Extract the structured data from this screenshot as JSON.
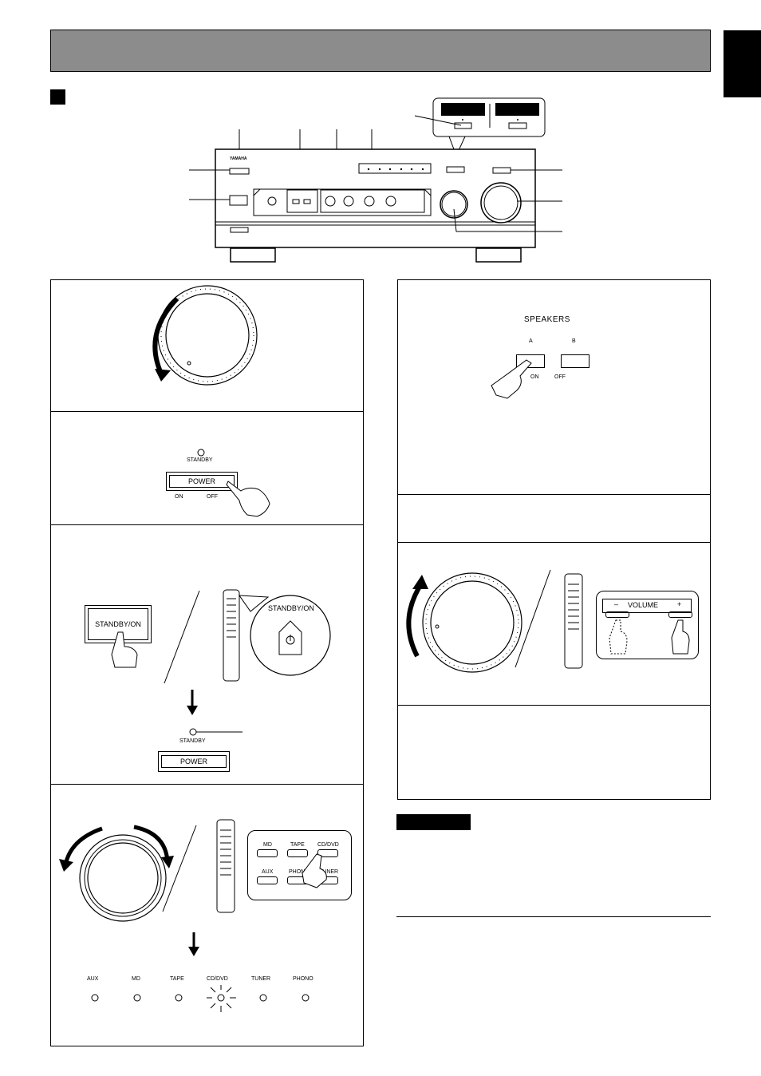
{
  "page": {
    "header_bar_text": "",
    "side_tab_text": ""
  },
  "speakers_panel": {
    "title": "SPEAKERS",
    "a": "A",
    "b": "B",
    "on": "ON",
    "off": "OFF"
  },
  "standby_panel": {
    "standby": "STANDBY",
    "power": "POWER",
    "on": "ON",
    "off": "OFF"
  },
  "standby_on_panel": {
    "button": "STANDBY/ON",
    "callout": "STANDBY/ON",
    "standby": "STANDBY",
    "power": "POWER"
  },
  "volume_remote": {
    "minus": "–",
    "label": "VOLUME",
    "plus": "+"
  },
  "input_buttons": {
    "row1": [
      "MD",
      "TAPE",
      "CD/DVD"
    ],
    "row2": [
      "AUX",
      "PHONO",
      "TUNER"
    ]
  },
  "indicators": [
    "AUX",
    "MD",
    "TAPE",
    "CD/DVD",
    "TUNER",
    "PHONO"
  ],
  "colors": {
    "ink": "#000000",
    "header_bar": "#8c8c8c",
    "panel_border": "#000000"
  }
}
